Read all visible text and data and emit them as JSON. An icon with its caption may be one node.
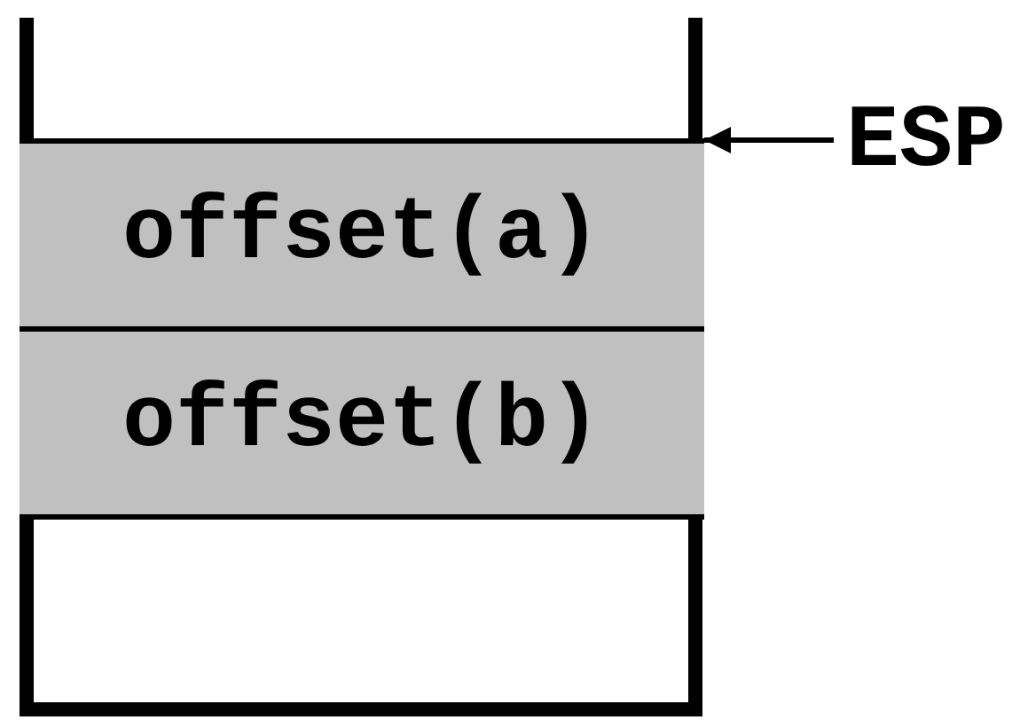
{
  "diagram": {
    "nodes": [
      {
        "text": [
          "offset(a)"
        ]
      },
      {
        "text": [
          "offset(b)"
        ]
      },
      {
        "text": [
          "ESP"
        ]
      }
    ],
    "edges": [
      {
        "from": 2,
        "to": 0,
        "arrow": "to"
      }
    ]
  }
}
